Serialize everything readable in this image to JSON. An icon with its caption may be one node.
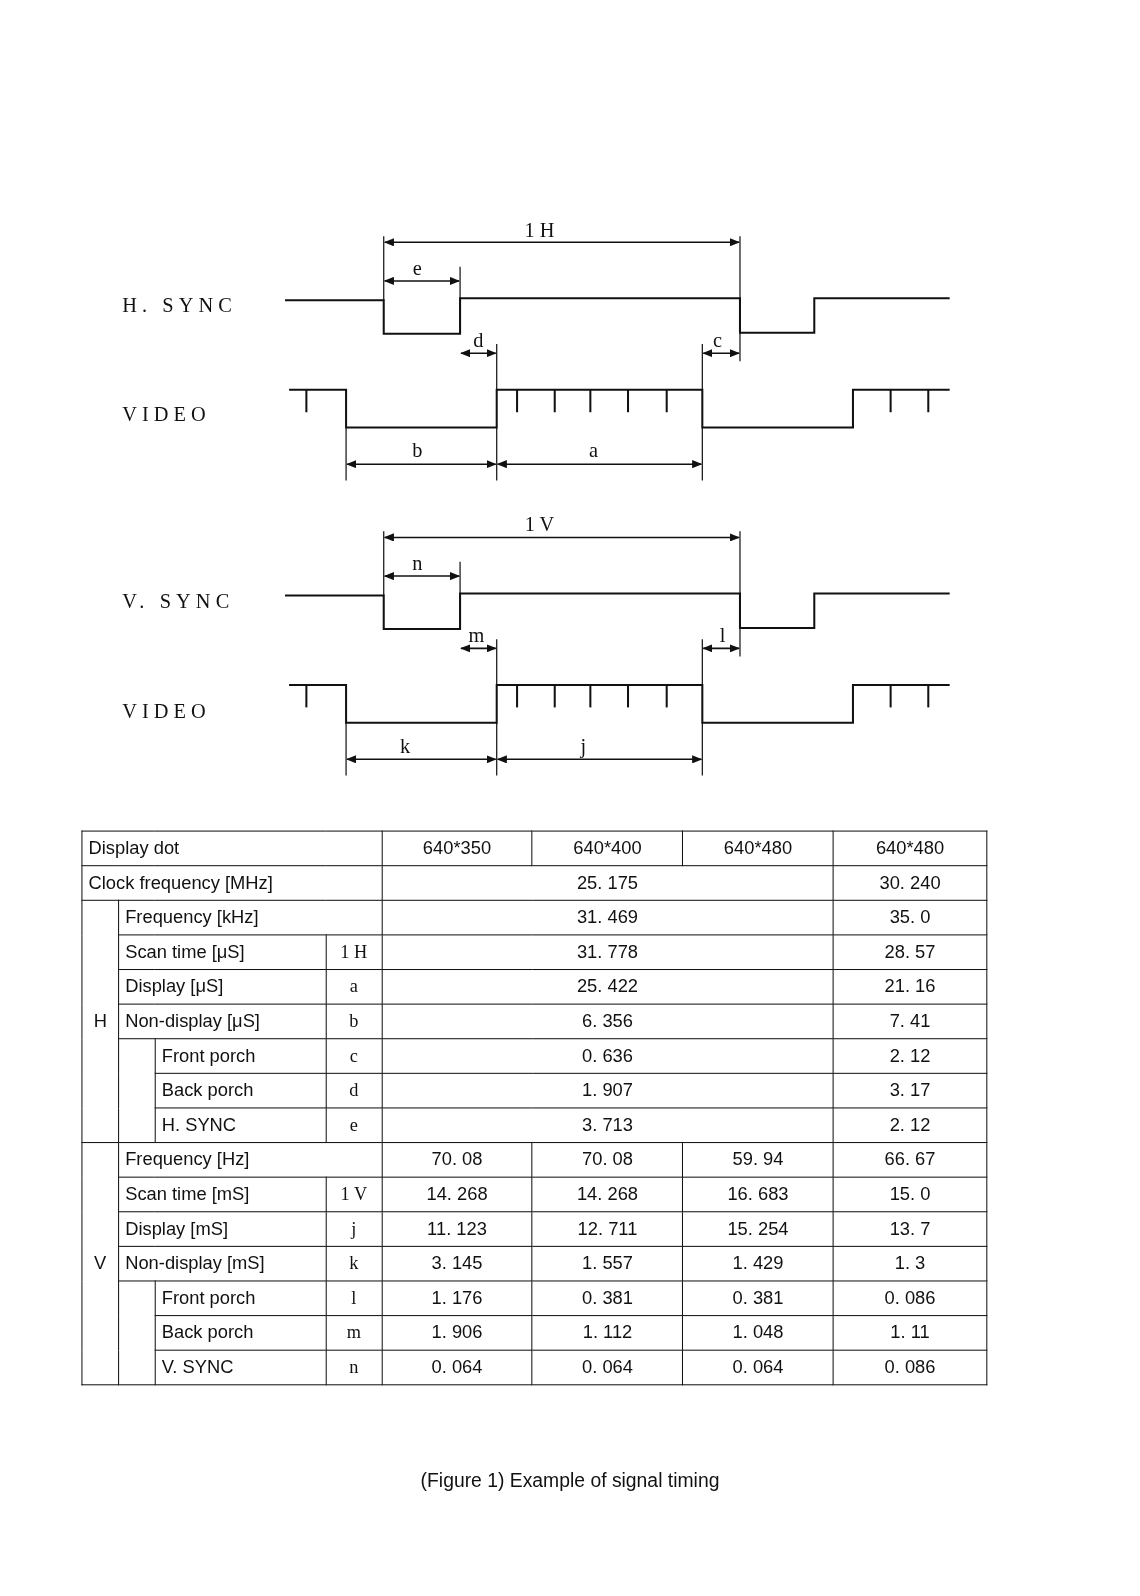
{
  "diagram": {
    "caption": "(Figure 1) Example of signal timing",
    "labels": [
      "1 H",
      "H. SYNC",
      "e",
      "d",
      "c",
      "VIDEO",
      "b",
      "a",
      "1 V",
      "V. SYNC",
      "n",
      "m",
      "l",
      "VIDEO",
      "k",
      "j",
      "Display dot",
      "640*350",
      "640*400",
      "640*480",
      "640*480",
      "Clock frequency [MHz]",
      "25. 175",
      "30. 240",
      "H",
      "Frequency [kHz]",
      "31. 469",
      "35. 0",
      "Scan time [μS]",
      "1 H",
      "31. 778",
      "28. 57",
      "Display [μS]",
      "a",
      "25. 422",
      "21. 16",
      "Non-display [μS]",
      "b",
      "6. 356",
      "7. 41",
      "Front porch",
      "c",
      "0. 636",
      "2. 12",
      "Back porch",
      "d",
      "1. 907",
      "3. 17",
      "H. SYNC",
      "e",
      "3. 713",
      "2. 12",
      "V",
      "Frequency [Hz]",
      "70. 08",
      "70. 08",
      "59. 94",
      "66. 67",
      "Scan time [mS]",
      "1 V",
      "14. 268",
      "14. 268",
      "16. 683",
      "15. 0",
      "Display [mS]",
      "j",
      "11. 123",
      "12. 711",
      "15. 254",
      "13. 7",
      "Non-display [mS]",
      "k",
      "3. 145",
      "1. 557",
      "1. 429",
      "1. 3",
      "Front porch",
      "l",
      "1. 176",
      "0. 381",
      "0. 381",
      "0. 086",
      "Back porch",
      "m",
      "1. 906",
      "1. 112",
      "1. 048",
      "1. 11",
      "V. SYNC",
      "n",
      "0. 064",
      "0. 064",
      "0. 064",
      "0. 086"
    ]
  }
}
